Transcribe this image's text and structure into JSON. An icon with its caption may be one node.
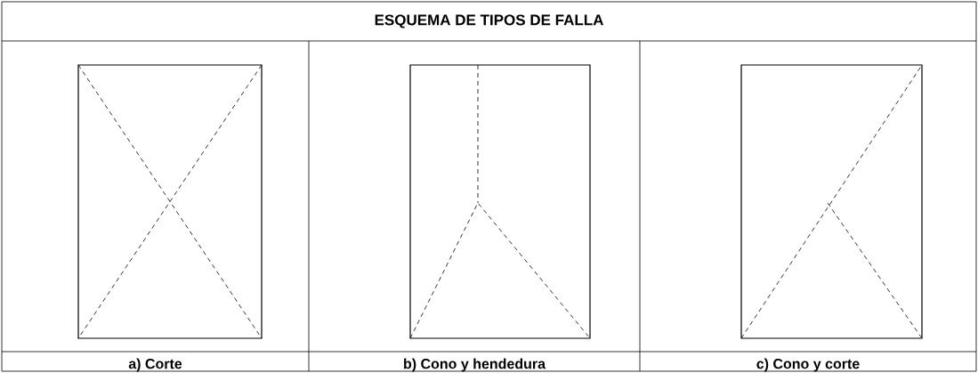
{
  "diagram": {
    "title": "ESQUEMA DE TIPOS DE FALLA",
    "labels": [
      "a)  Corte",
      "b)  Cono y hendedura",
      "c)  Cono y corte"
    ]
  }
}
